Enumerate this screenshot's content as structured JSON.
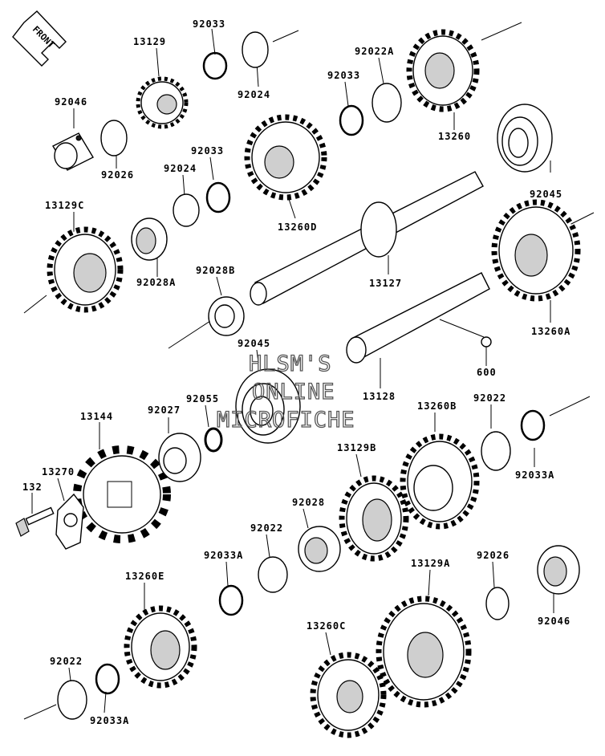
{
  "front_indicator": {
    "label": "FRONT"
  },
  "watermark": {
    "line1": "HLSM'S",
    "line2": "ONLINE",
    "line3": "MICROFICHE"
  },
  "part_numbers": {
    "p92033_top": "92033",
    "p13129_top": "13129",
    "p92024_top": "92024",
    "p92046_top": "92046",
    "p92026_top": "92026",
    "p92033_mid": "92033",
    "p92022A": "92022A",
    "p13260": "13260",
    "p92033_b": "92033",
    "p92024_b": "92024",
    "p13260D": "13260D",
    "p92045_top": "92045",
    "p13129C": "13129C",
    "p92028A": "92028A",
    "p92028B": "92028B",
    "p13127": "13127",
    "p13260A": "13260A",
    "p92045_mid": "92045",
    "p600": "600",
    "p13128": "13128",
    "p13144": "13144",
    "p92027": "92027",
    "p92055": "92055",
    "p13270": "13270",
    "p132": "132",
    "p13260B": "13260B",
    "p92022_r": "92022",
    "p92033A_r": "92033A",
    "p13129B": "13129B",
    "p92028": "92028",
    "p92022_m": "92022",
    "p92033A_m": "92033A",
    "p13260E": "13260E",
    "p13129A": "13129A",
    "p92026_b": "92026",
    "p92046_b": "92046",
    "p92022_bl": "92022",
    "p92033A_bl": "92033A",
    "p13260C": "13260C"
  }
}
